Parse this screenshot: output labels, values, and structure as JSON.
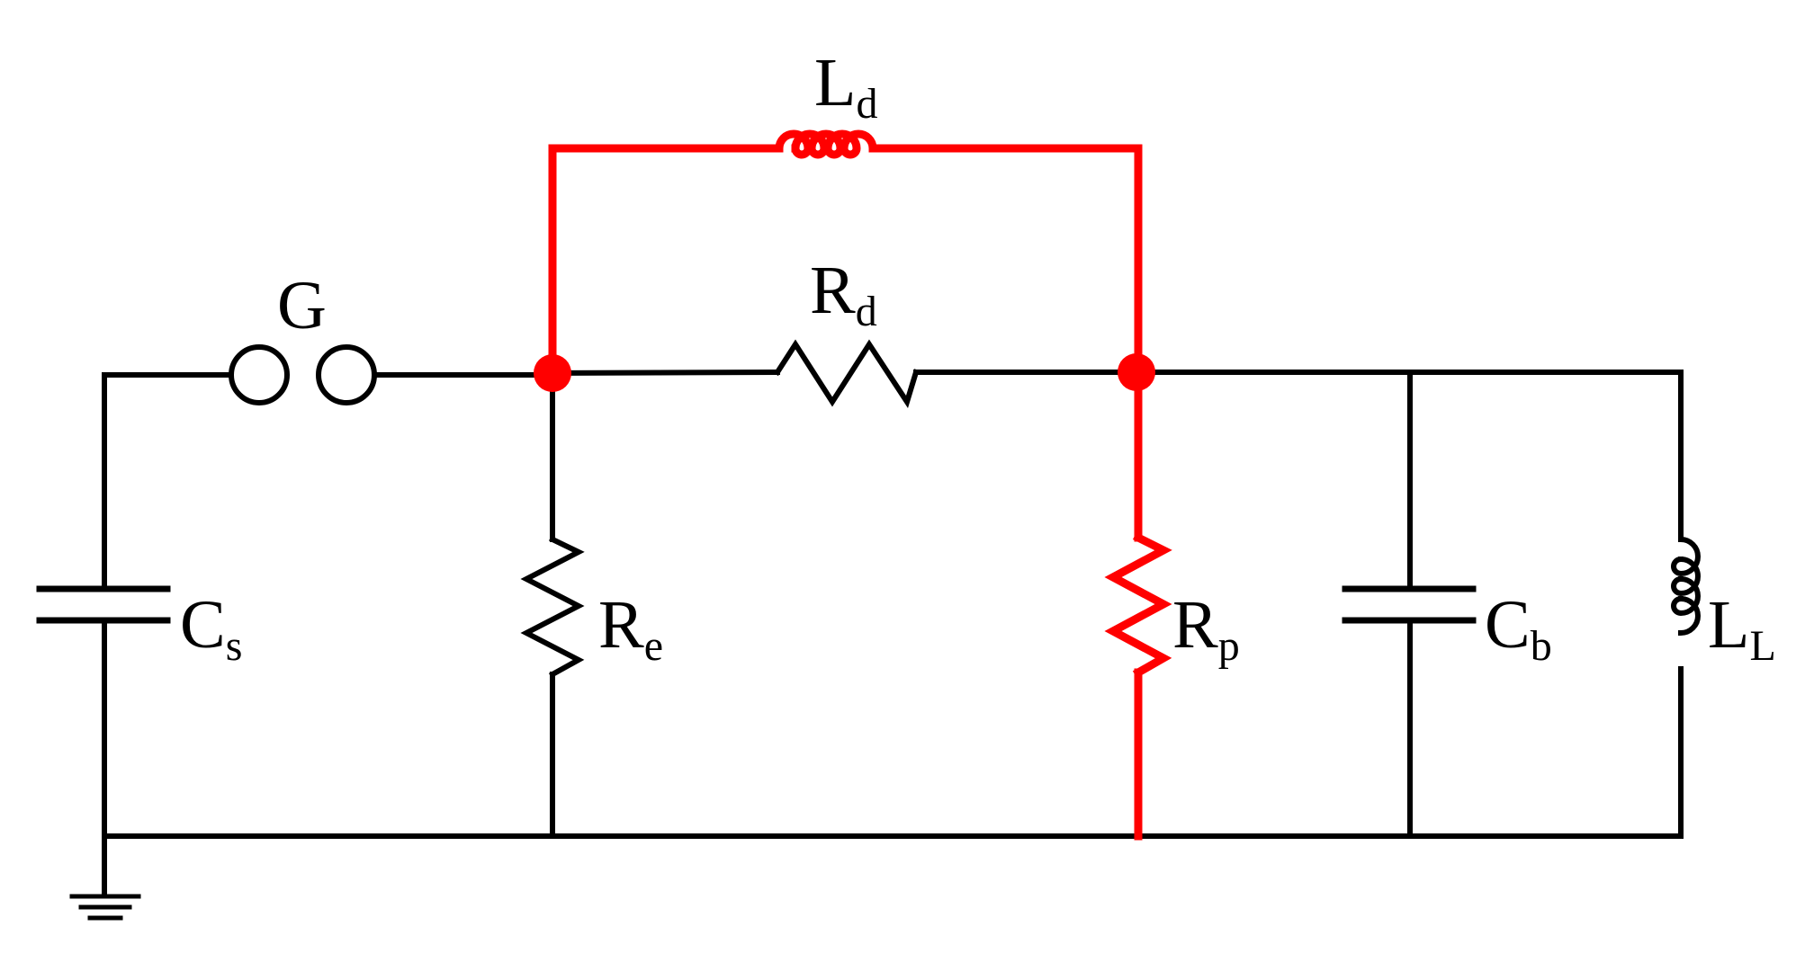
{
  "diagram": {
    "colors": {
      "normal": "#000000",
      "highlight": "#ff0000"
    },
    "labels": {
      "spark_gap": {
        "main": "G",
        "sub": ""
      },
      "inductor_d": {
        "main": "L",
        "sub": "d"
      },
      "resistor_d": {
        "main": "R",
        "sub": "d"
      },
      "capacitor_s": {
        "main": "C",
        "sub": "s"
      },
      "resistor_e": {
        "main": "R",
        "sub": "e"
      },
      "resistor_p": {
        "main": "R",
        "sub": "p"
      },
      "capacitor_b": {
        "main": "C",
        "sub": "b"
      },
      "inductor_l": {
        "main": "L",
        "sub": "L"
      }
    }
  }
}
